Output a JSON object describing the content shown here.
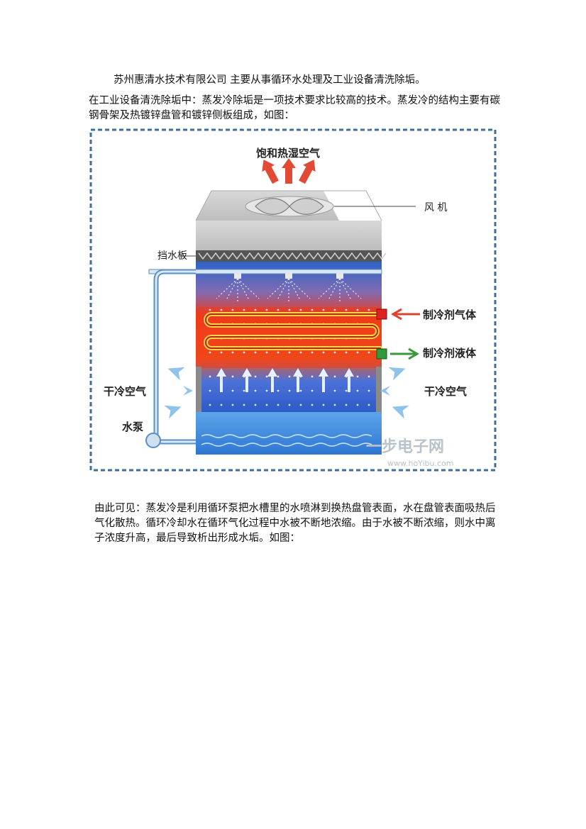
{
  "doc": {
    "intro": "苏州惠清水技术有限公司 主要从事循环水处理及工业设备清洗除垢。",
    "para1": "在工业设备清洗除垢中：蒸发冷除垢是一项技术要求比较高的技术。蒸发冷的结构主要有碳钢骨架及热镀锌盘管和镀锌侧板组成，如图：",
    "para2": "由此可见：蒸发冷是利用循环泵把水槽里的水喷淋到换热盘管表面，水在盘管表面吸热后气化散热。循环冷却水在循环气化过程中水被不断地浓缩。由于水被不断浓缩，则水中离子浓度升高，最后导致析出形成水垢。如图："
  },
  "figure": {
    "top_label": "饱和热湿空气",
    "fan_label": "风 机",
    "baffle_label": "挡水板",
    "refrigerant_gas_label": "制冷剂气体",
    "refrigerant_liquid_label": "制冷剂液体",
    "left_air_label": "干冷空气",
    "right_air_label": "干冷空气",
    "pump_label": "水泵",
    "watermark_cn": "一步电子网",
    "watermark_en": "www.hoYibu.com",
    "colors": {
      "border": "#3f6f99",
      "casing": "#c9c9c9",
      "water": "#2f7fd8",
      "hot": "#e8321e",
      "coil_in": "#e02020",
      "coil_out": "#2e9a3a",
      "pipe": "#5a8fc3"
    }
  }
}
